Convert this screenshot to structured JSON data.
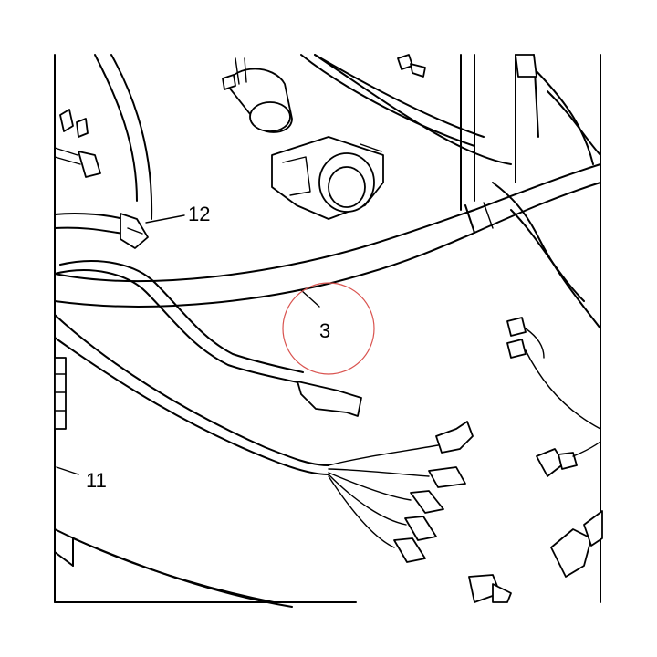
{
  "callouts": {
    "harness_main": "3",
    "mount_left": "11",
    "connector_upper_left": "12"
  },
  "colors": {
    "line": "#000000",
    "highlight_circle": "#d9534f",
    "background": "#ffffff"
  }
}
